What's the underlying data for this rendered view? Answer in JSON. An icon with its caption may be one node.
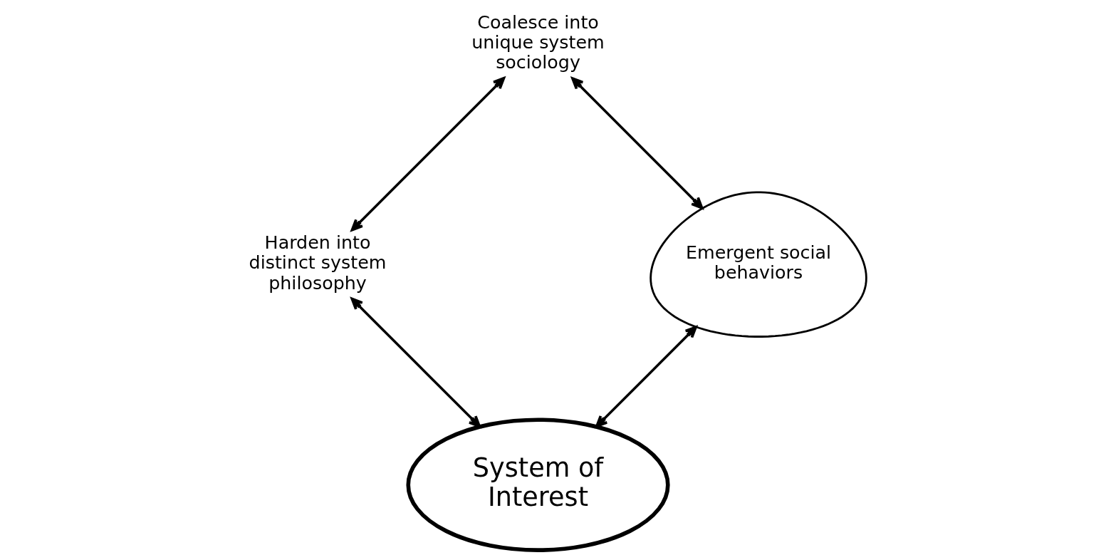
{
  "diagram": {
    "nodes": [
      {
        "text": [
          "System of Interest"
        ]
      },
      {
        "text": [
          "Emergent social behaviors"
        ]
      },
      {
        "text": [
          "Coalesce into unique system sociology"
        ]
      },
      {
        "text": [
          "Harden into distinct system philosophy"
        ]
      }
    ],
    "edges": [
      {
        "from": 1,
        "to": 0,
        "arrow": "both"
      },
      {
        "from": 0,
        "to": 3,
        "arrow": "both"
      },
      {
        "from": 3,
        "to": 2,
        "arrow": "both"
      },
      {
        "from": 2,
        "to": 1,
        "arrow": "both"
      }
    ]
  }
}
